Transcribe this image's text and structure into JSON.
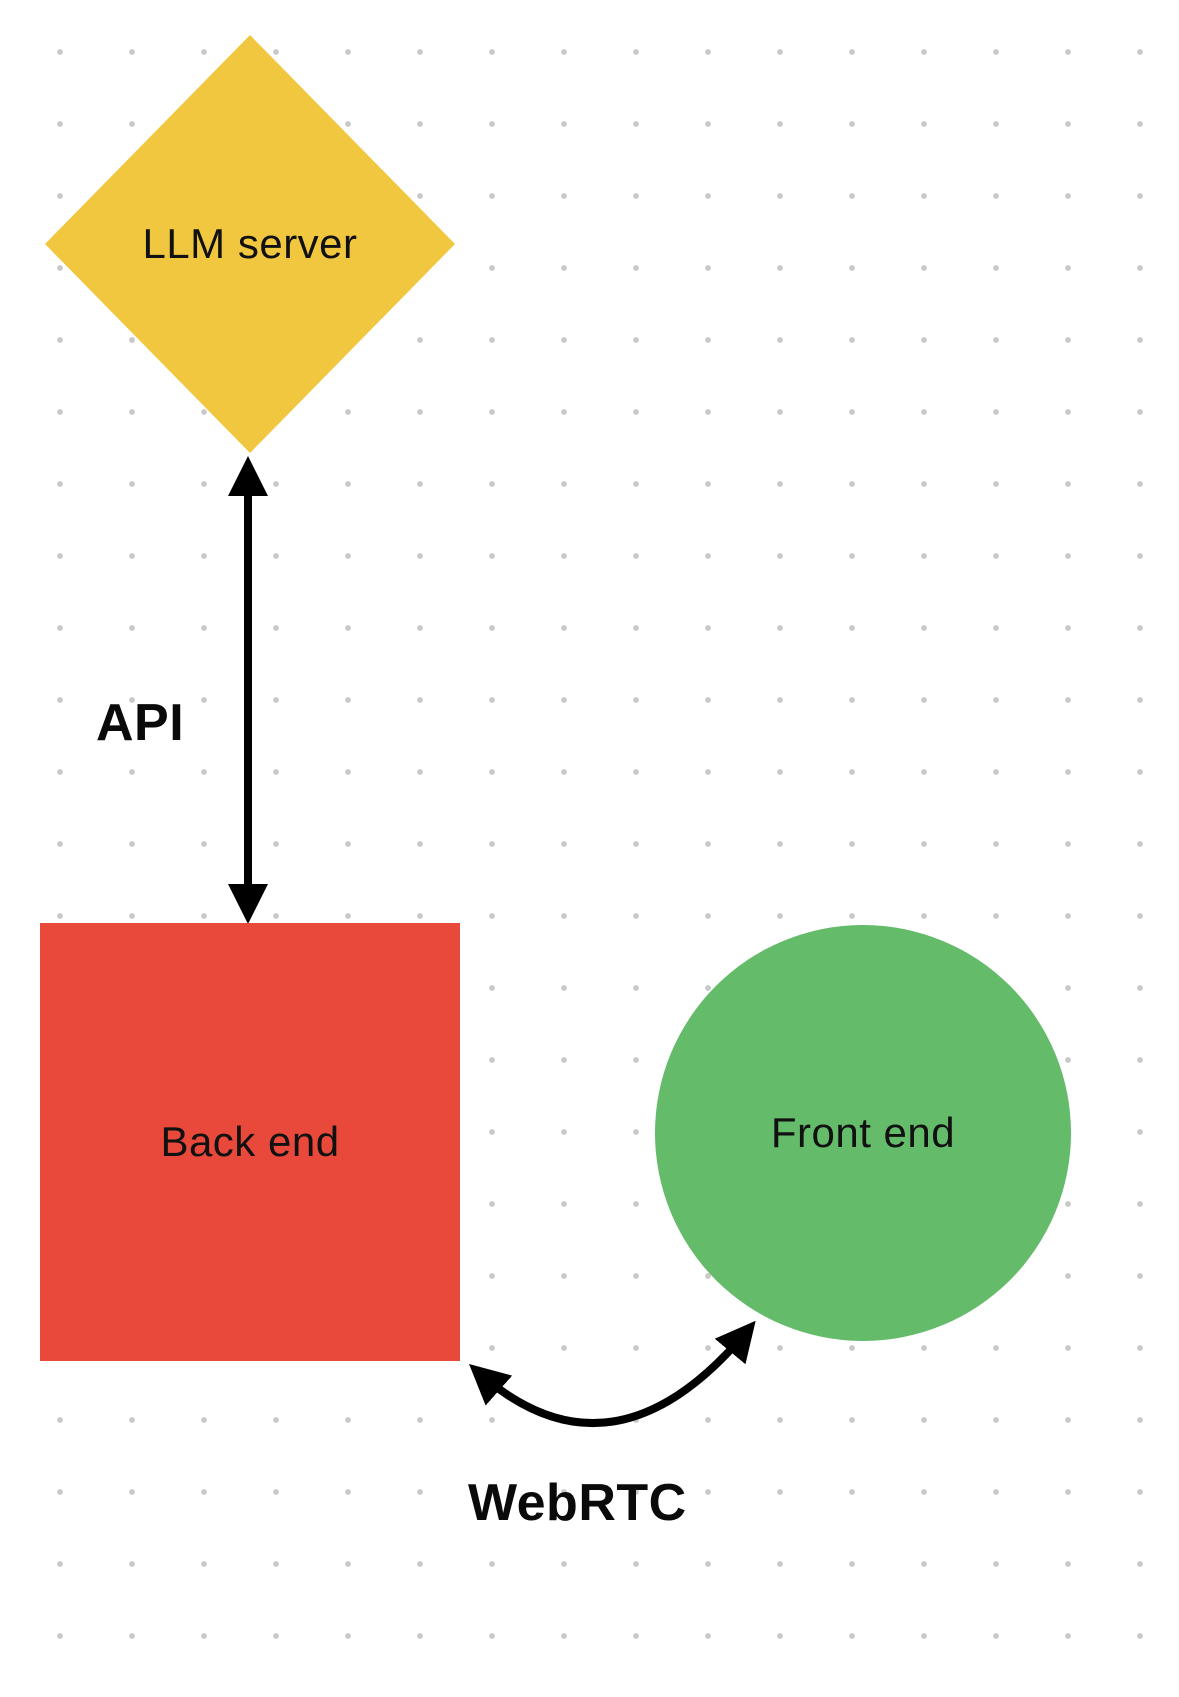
{
  "diagram": {
    "nodes": {
      "llm_server": {
        "label": "LLM server",
        "shape": "diamond",
        "color": "#F2C740"
      },
      "back_end": {
        "label": "Back end",
        "shape": "square",
        "color": "#E8493B"
      },
      "front_end": {
        "label": "Front end",
        "shape": "circle",
        "color": "#64BB6A"
      }
    },
    "edges": {
      "api": {
        "label": "API",
        "type": "double-headed-arrow",
        "from": "llm_server",
        "to": "back_end"
      },
      "webrtc": {
        "label": "WebRTC",
        "type": "double-headed-arrow",
        "from": "back_end",
        "to": "front_end"
      }
    },
    "colors": {
      "arrow": "#000000",
      "background": "#FFFFFF",
      "grid_dot": "#C9C9C9",
      "text": "#111111"
    }
  }
}
